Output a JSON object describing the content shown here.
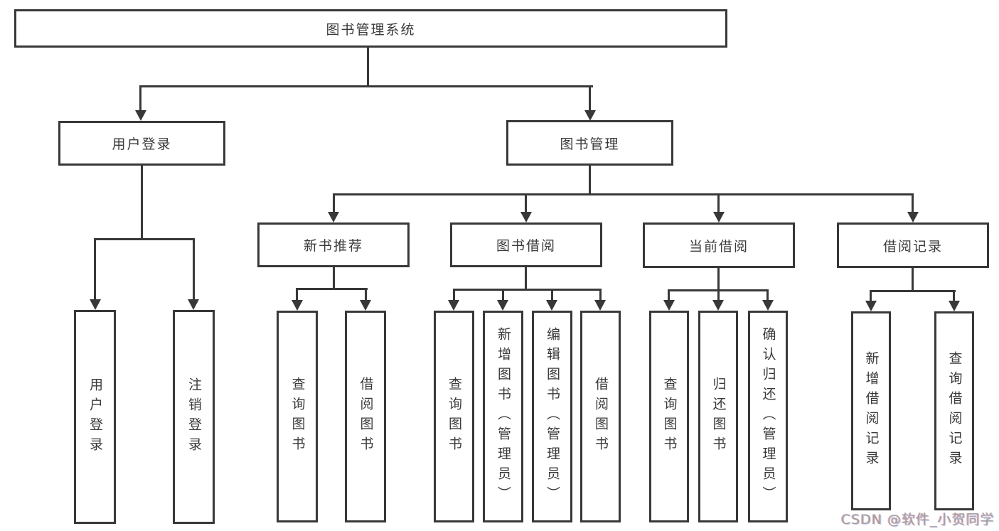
{
  "colors": {
    "line": "#383838",
    "node_border": "#383838",
    "node_text": "#3a3a3a",
    "background": "#ffffff",
    "watermark_text": "#a3a0a0"
  },
  "watermark": "CSDN @软件_小贺同学",
  "tree": {
    "root": {
      "label": "图书管理系统",
      "children": [
        {
          "label": "用户登录",
          "children": [
            {
              "label": "用户登录"
            },
            {
              "label": "注销登录"
            }
          ]
        },
        {
          "label": "图书管理",
          "children": [
            {
              "label": "新书推荐",
              "children": [
                {
                  "label": "查询图书"
                },
                {
                  "label": "借阅图书"
                }
              ]
            },
            {
              "label": "图书借阅",
              "children": [
                {
                  "label": "查询图书"
                },
                {
                  "label": "新增图书（管理员）"
                },
                {
                  "label": "编辑图书（管理员）"
                },
                {
                  "label": "借阅图书"
                }
              ]
            },
            {
              "label": "当前借阅",
              "children": [
                {
                  "label": "查询图书"
                },
                {
                  "label": "归还图书"
                },
                {
                  "label": "确认归还（管理员）"
                }
              ]
            },
            {
              "label": "借阅记录",
              "children": [
                {
                  "label": "新增借阅记录"
                },
                {
                  "label": "查询借阅记录"
                }
              ]
            }
          ]
        }
      ]
    }
  }
}
